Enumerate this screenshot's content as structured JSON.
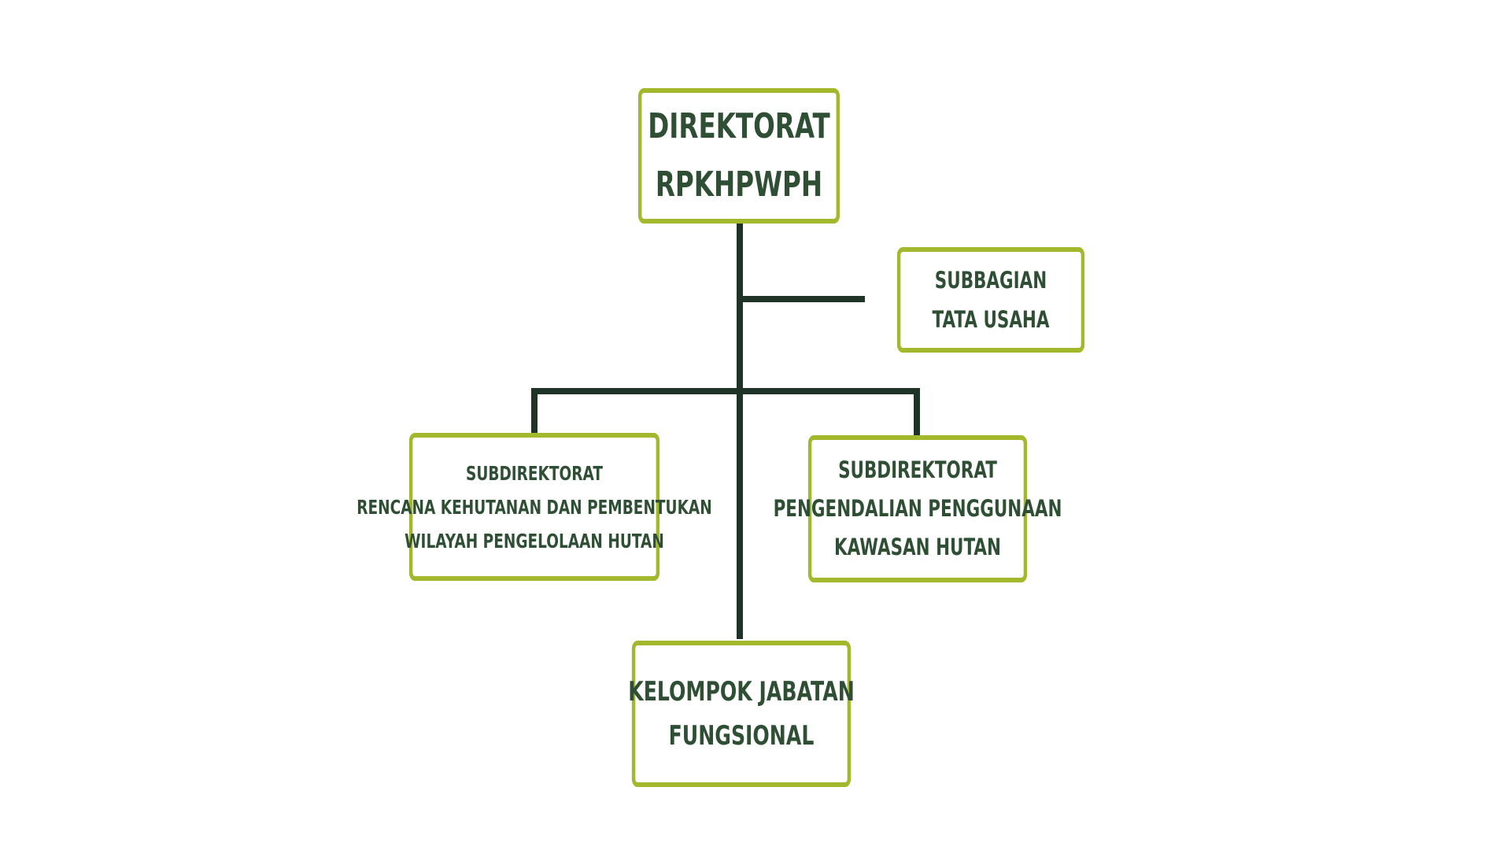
{
  "org_chart": {
    "directorate": {
      "lines": [
        "DIREKTORAT",
        "RPKHPWPH"
      ]
    },
    "admin_unit": {
      "lines": [
        "SUBBAGIAN",
        "TATA USAHA"
      ]
    },
    "subdirectorate_planning": {
      "lines": [
        "SUBDIREKTORAT",
        "RENCANA KEHUTANAN DAN PEMBENTUKAN",
        "WILAYAH PENGELOLAAN HUTAN"
      ]
    },
    "subdirectorate_control": {
      "lines": [
        "SUBDIREKTORAT",
        "PENGENDALIAN PENGGUNAAN",
        "KAWASAN HUTAN"
      ]
    },
    "functional_group": {
      "lines": [
        "KELOMPOK JABATAN",
        "FUNGSIONAL"
      ]
    }
  },
  "colors": {
    "box_border": "#a3b92b",
    "text": "#2f4f35",
    "connector": "#1f3327",
    "background": "#ffffff"
  }
}
